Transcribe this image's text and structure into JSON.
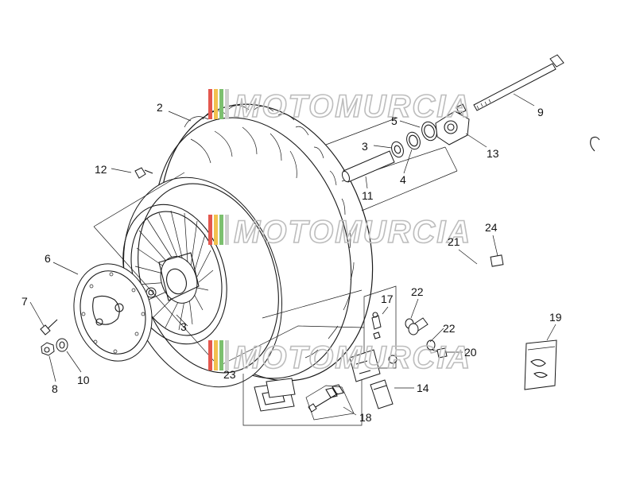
{
  "watermark": {
    "text": "MOTOMURCIA",
    "stripe_colors": [
      "#e4574e",
      "#f2c14e",
      "#7cc06f",
      "#cfcfcf"
    ]
  },
  "callouts": [
    {
      "label": "2"
    },
    {
      "label": "5"
    },
    {
      "label": "3"
    },
    {
      "label": "12"
    },
    {
      "label": "4"
    },
    {
      "label": "11"
    },
    {
      "label": "9"
    },
    {
      "label": "13"
    },
    {
      "label": "24"
    },
    {
      "label": "21"
    },
    {
      "label": "6"
    },
    {
      "label": "7"
    },
    {
      "label": "3"
    },
    {
      "label": "10"
    },
    {
      "label": "8"
    },
    {
      "label": "17"
    },
    {
      "label": "22"
    },
    {
      "label": "22"
    },
    {
      "label": "20"
    },
    {
      "label": "19"
    },
    {
      "label": "14"
    },
    {
      "label": "23"
    },
    {
      "label": "18"
    }
  ]
}
